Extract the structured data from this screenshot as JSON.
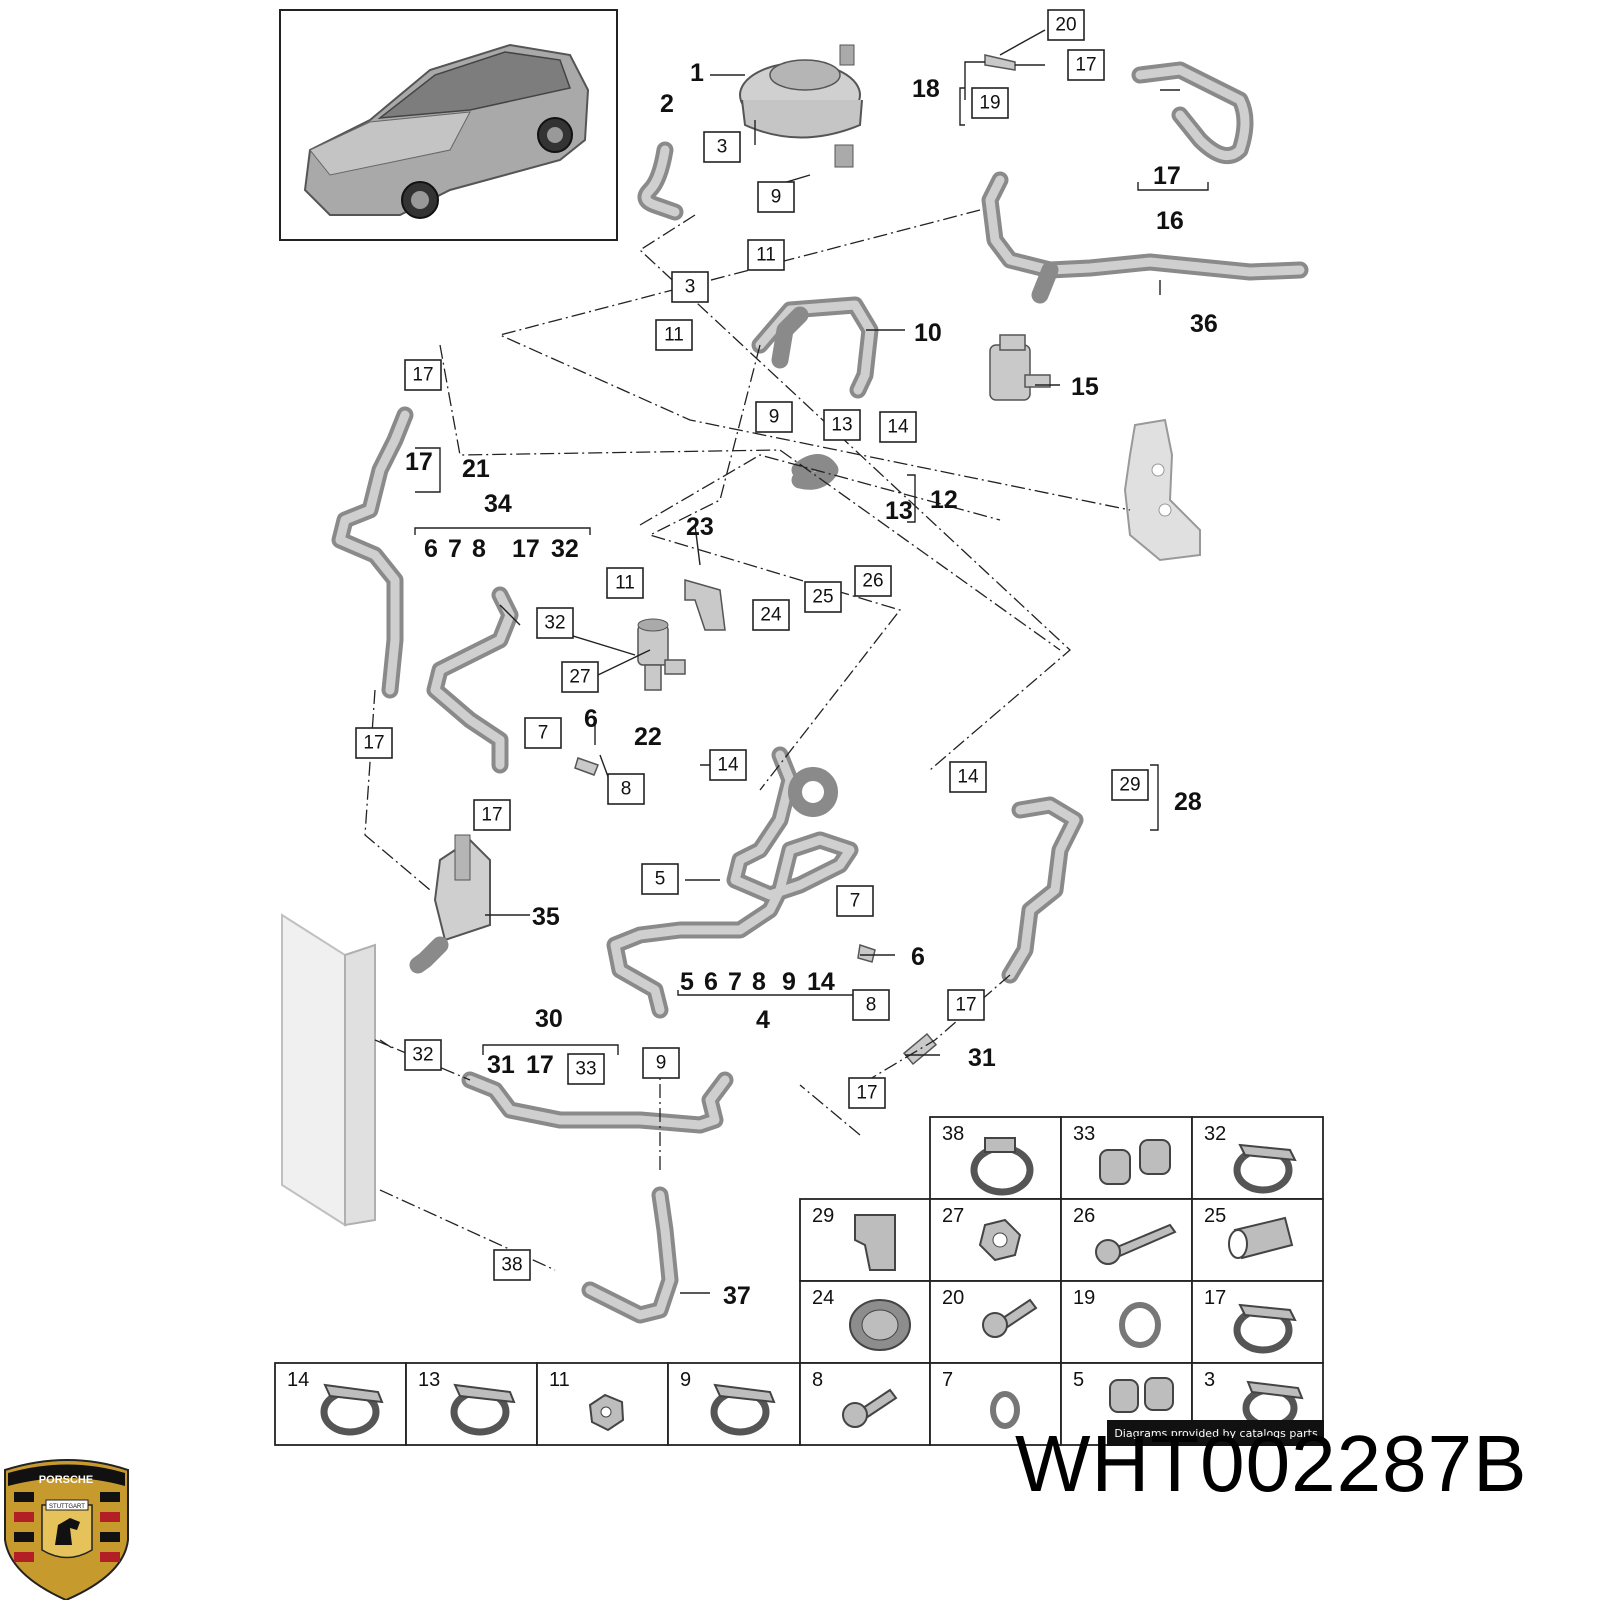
{
  "part_number": "WHT002287B",
  "credit": "Diagrams provided by catalogs parts",
  "logo": {
    "icon": "porsche-crest-icon",
    "top_text": "PORSCHE",
    "banner_text": "STUTTGART"
  },
  "callouts_boxed": [
    "20",
    "17",
    "19",
    "3",
    "9",
    "11",
    "3",
    "11",
    "9",
    "13",
    "14",
    "17",
    "17",
    "11",
    "24",
    "25",
    "26",
    "32",
    "27",
    "7",
    "8",
    "14",
    "14",
    "29",
    "17",
    "5",
    "7",
    "8",
    "17",
    "9",
    "17",
    "32",
    "33",
    "38"
  ],
  "callouts_bold": [
    "1",
    "2",
    "18",
    "17",
    "16",
    "36",
    "10",
    "15",
    "12",
    "13",
    "17",
    "21",
    "34",
    "6",
    "7",
    "8",
    "17",
    "32",
    "23",
    "22",
    "6",
    "28",
    "35",
    "6",
    "5",
    "6",
    "7",
    "8",
    "9",
    "14",
    "4",
    "30",
    "31",
    "17",
    "31",
    "37"
  ],
  "legend": [
    {
      "number": "38",
      "icon": "hose-clamp-icon"
    },
    {
      "number": "33",
      "icon": "double-clip-icon"
    },
    {
      "number": "32",
      "icon": "spring-clamp-icon"
    },
    {
      "number": "29",
      "icon": "retaining-clip-icon"
    },
    {
      "number": "27",
      "icon": "flange-nut-icon"
    },
    {
      "number": "26",
      "icon": "long-bolt-icon"
    },
    {
      "number": "25",
      "icon": "spacer-sleeve-icon"
    },
    {
      "number": "24",
      "icon": "rubber-grommet-icon"
    },
    {
      "number": "20",
      "icon": "bolt-icon"
    },
    {
      "number": "19",
      "icon": "o-ring-icon"
    },
    {
      "number": "17",
      "icon": "spring-clamp-icon"
    },
    {
      "number": "14",
      "icon": "spring-clamp-icon"
    },
    {
      "number": "13",
      "icon": "spring-clamp-icon"
    },
    {
      "number": "11",
      "icon": "hex-nut-icon"
    },
    {
      "number": "9",
      "icon": "spring-clamp-icon"
    },
    {
      "number": "8",
      "icon": "bolt-icon"
    },
    {
      "number": "7",
      "icon": "seal-ring-icon"
    },
    {
      "number": "5",
      "icon": "double-clip-icon"
    },
    {
      "number": "3",
      "icon": "spring-clamp-icon"
    }
  ]
}
